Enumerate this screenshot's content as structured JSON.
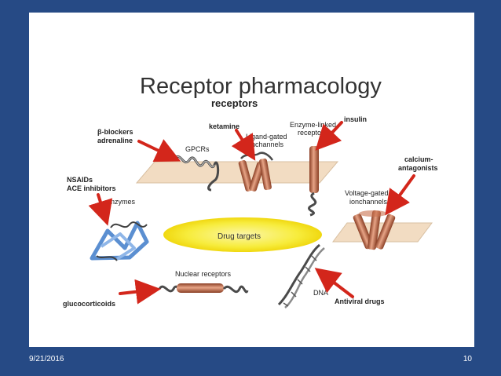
{
  "slide": {
    "title": "Receptor pharmacology",
    "footer_date": "9/21/2016",
    "footer_page": "10"
  },
  "diagram": {
    "receptors_label": "receptors",
    "center_label": "Drug targets",
    "gpcrs": "GPCRs",
    "ligand_gated_1": "Ligand-gated",
    "ligand_gated_2": "ionchannels",
    "enzyme_linked_1": "Enzyme-linked",
    "enzyme_linked_2": "receptors",
    "voltage_gated_1": "Voltage-gated",
    "voltage_gated_2": "ionchannels",
    "enzymes": "enzymes",
    "nuclear_receptors": "Nuclear receptors",
    "dna": "DNA",
    "drugs": {
      "beta_blockers": "β-blockers",
      "adrenaline": "adrenaline",
      "ketamine": "ketamine",
      "insulin": "insulin",
      "calcium_1": "calcium-",
      "calcium_2": "antagonists",
      "nsaids": "NSAIDs",
      "ace_inhibitors": "ACE inhibitors",
      "glucocorticoids": "glucocorticoids",
      "antiviral": "Antiviral drugs"
    },
    "colors": {
      "membrane": "#f2dcc2",
      "drug_targets": "#f7ec3c",
      "arrow": "#d3261b",
      "channel": "#c9714f",
      "enzyme": "#5b8fd1",
      "slide_bg": "#264a85"
    }
  }
}
